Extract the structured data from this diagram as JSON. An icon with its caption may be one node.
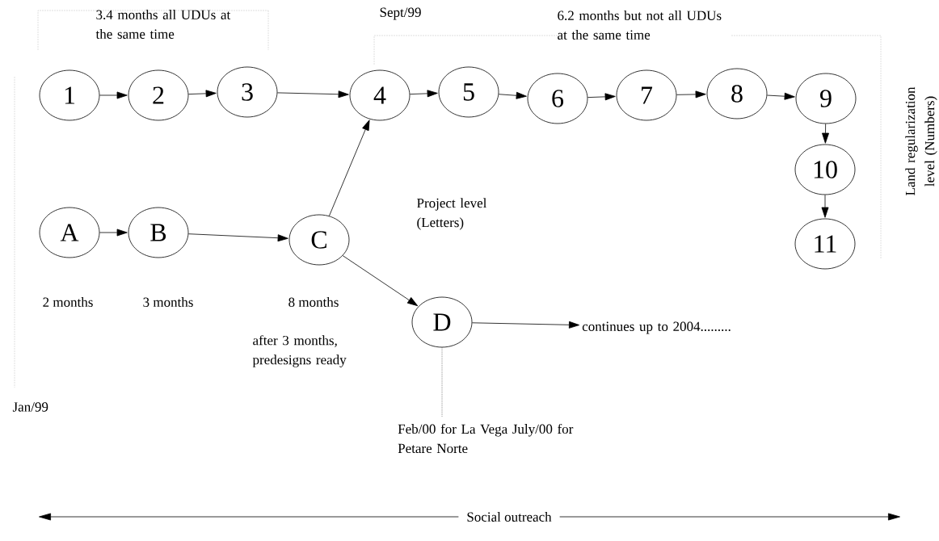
{
  "diagram": {
    "nodes": [
      {
        "text": [
          "1"
        ]
      },
      {
        "text": [
          "2"
        ]
      },
      {
        "text": [
          "3"
        ]
      },
      {
        "text": [
          "4"
        ]
      },
      {
        "text": [
          "5"
        ]
      },
      {
        "text": [
          "6"
        ]
      },
      {
        "text": [
          "7"
        ]
      },
      {
        "text": [
          "8"
        ]
      },
      {
        "text": [
          "9"
        ]
      },
      {
        "text": [
          "10"
        ]
      },
      {
        "text": [
          "11"
        ]
      },
      {
        "text": [
          "A"
        ],
        "beside": [
          "2 months"
        ]
      },
      {
        "text": [
          "B"
        ],
        "beside": [
          "3 months"
        ]
      },
      {
        "text": [
          "C"
        ],
        "beside": [
          "8 months"
        ]
      },
      {
        "text": [
          "D"
        ]
      },
      {
        "text": [
          "continues up to 2004........."
        ]
      },
      {
        "text": [
          "Feb/00 for La Vega July/00 for Petare Norte"
        ]
      }
    ],
    "edges": [
      {
        "from": 0,
        "to": 1,
        "arrow": "to"
      },
      {
        "from": 1,
        "to": 2,
        "arrow": "to"
      },
      {
        "from": 2,
        "to": 3,
        "arrow": "to"
      },
      {
        "from": 3,
        "to": 4,
        "arrow": "to"
      },
      {
        "from": 4,
        "to": 5,
        "arrow": "to"
      },
      {
        "from": 5,
        "to": 6,
        "arrow": "to"
      },
      {
        "from": 6,
        "to": 7,
        "arrow": "to"
      },
      {
        "from": 7,
        "to": 8,
        "arrow": "to"
      },
      {
        "from": 8,
        "to": 9,
        "arrow": "to"
      },
      {
        "from": 9,
        "to": 10,
        "arrow": "to"
      },
      {
        "from": 11,
        "to": 12,
        "arrow": "to"
      },
      {
        "from": 12,
        "to": 13,
        "arrow": "to"
      },
      {
        "from": 13,
        "to": 3,
        "arrow": "to"
      },
      {
        "from": 13,
        "to": 14,
        "arrow": "to"
      },
      {
        "from": 14,
        "to": 15,
        "arrow": "to"
      },
      {
        "from": 14,
        "to": 16,
        "arrow": "none",
        "style": "dashed"
      }
    ],
    "labels": [
      "3.4 months all UDUs at the same time",
      "Sept/99",
      "6.2 months but not all UDUs at the same time",
      "Land regularization level (Numbers)",
      "Project level (Letters)",
      "after 3 months, predesigns ready",
      "Jan/99",
      "Social outreach"
    ]
  }
}
